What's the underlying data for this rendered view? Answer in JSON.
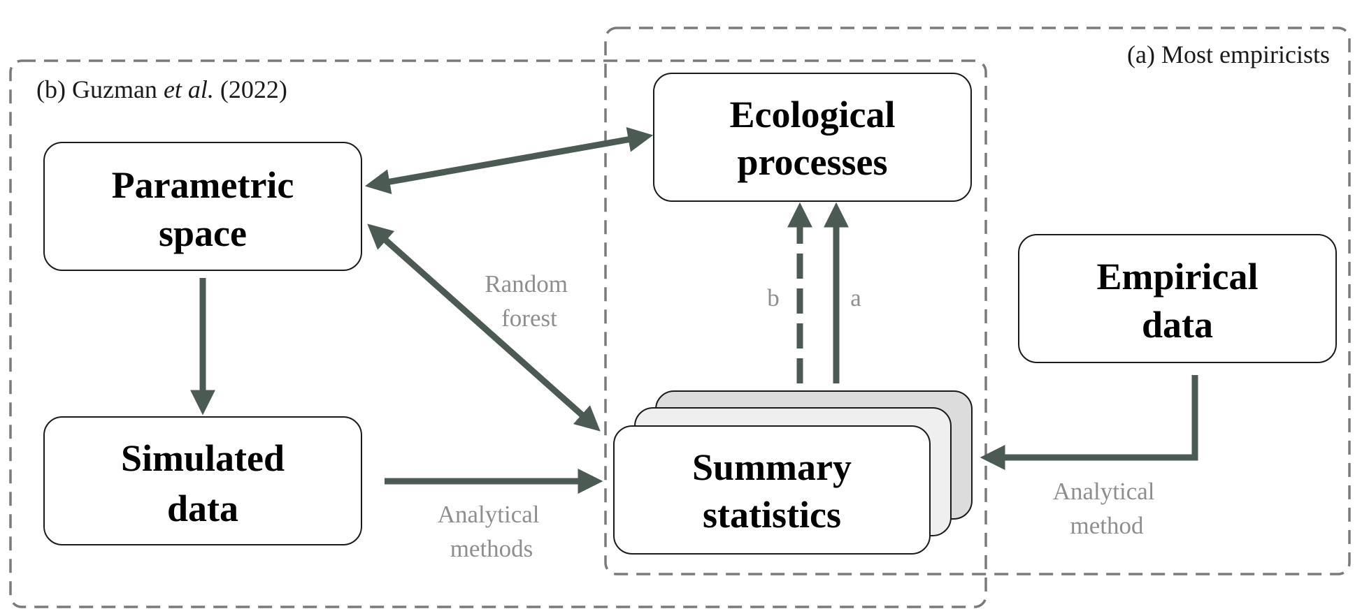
{
  "colors": {
    "arrow": "#4b5a53",
    "frame": "#7a7a7a",
    "edge_label": "#8e8e8e",
    "stack_back": "#dcdcdc",
    "stack_mid": "#efefef"
  },
  "frames": {
    "guzman": {
      "prefix": "(b) Guzman ",
      "italic": "et al.",
      "suffix": " (2022)"
    },
    "empiricists": {
      "label": "(a) Most empiricists"
    }
  },
  "nodes": {
    "ecological": {
      "line1": "Ecological",
      "line2": "processes"
    },
    "parametric": {
      "line1": "Parametric",
      "line2": "space"
    },
    "empirical": {
      "line1": "Empirical",
      "line2": "data"
    },
    "simulated": {
      "line1": "Simulated",
      "line2": "data"
    },
    "summary": {
      "line1": "Summary",
      "line2": "statistics"
    }
  },
  "edge_labels": {
    "random_forest": {
      "line1": "Random",
      "line2": "forest"
    },
    "b": "b",
    "a": "a",
    "analytical_methods": {
      "line1": "Analytical",
      "line2": "methods"
    },
    "analytical_method": {
      "line1": "Analytical",
      "line2": "method"
    }
  }
}
